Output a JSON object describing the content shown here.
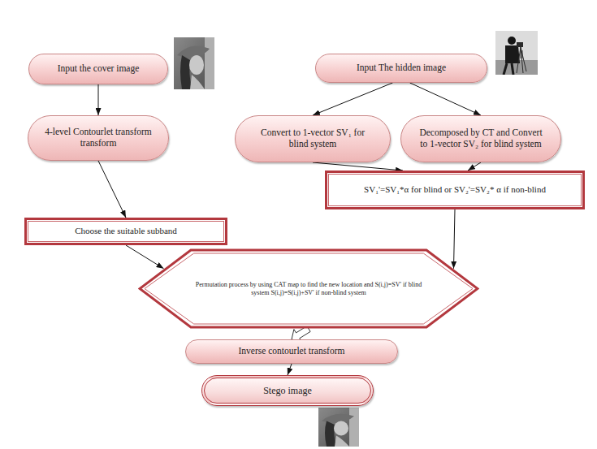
{
  "diagram": {
    "nodes": [
      {
        "text": [
          "Input the cover image"
        ]
      },
      {
        "text": [
          "Input The hidden image"
        ]
      },
      {
        "text": [
          "4-level Contourlet transform transform"
        ]
      },
      {
        "text": [
          "Convert to 1-vector SV₁ for blind system"
        ]
      },
      {
        "text": [
          "Decomposed by CT and Convert to 1-vector SV₂ for blind system"
        ]
      },
      {
        "text": [
          "SV₁'=SV₁*α for blind or SV₂'=SV₂* α if non-blind"
        ]
      },
      {
        "text": [
          "Choose the suitable subband"
        ]
      },
      {
        "text": [
          "Permutation process by using CAT map to find the new location and S(i,j)=SV' if blind system S(i,j)=S(i,j)+SV' if non-blind system"
        ]
      },
      {
        "text": [
          "Inverse contourlet transform"
        ]
      },
      {
        "text": [
          "Stego image"
        ]
      }
    ],
    "edges": [
      {
        "from": 0,
        "to": 2,
        "arrow": "to"
      },
      {
        "from": 1,
        "to": 3,
        "arrow": "to"
      },
      {
        "from": 1,
        "to": 4,
        "arrow": "to"
      },
      {
        "from": 3,
        "to": 5,
        "arrow": "to"
      },
      {
        "from": 4,
        "to": 5,
        "arrow": "to"
      },
      {
        "from": 2,
        "to": 6,
        "arrow": "to"
      },
      {
        "from": 6,
        "to": 7,
        "arrow": "to"
      },
      {
        "from": 5,
        "to": 7,
        "arrow": "to"
      },
      {
        "from": 7,
        "to": 8,
        "arrow": "to"
      },
      {
        "from": 8,
        "to": 9,
        "arrow": "to"
      }
    ]
  }
}
